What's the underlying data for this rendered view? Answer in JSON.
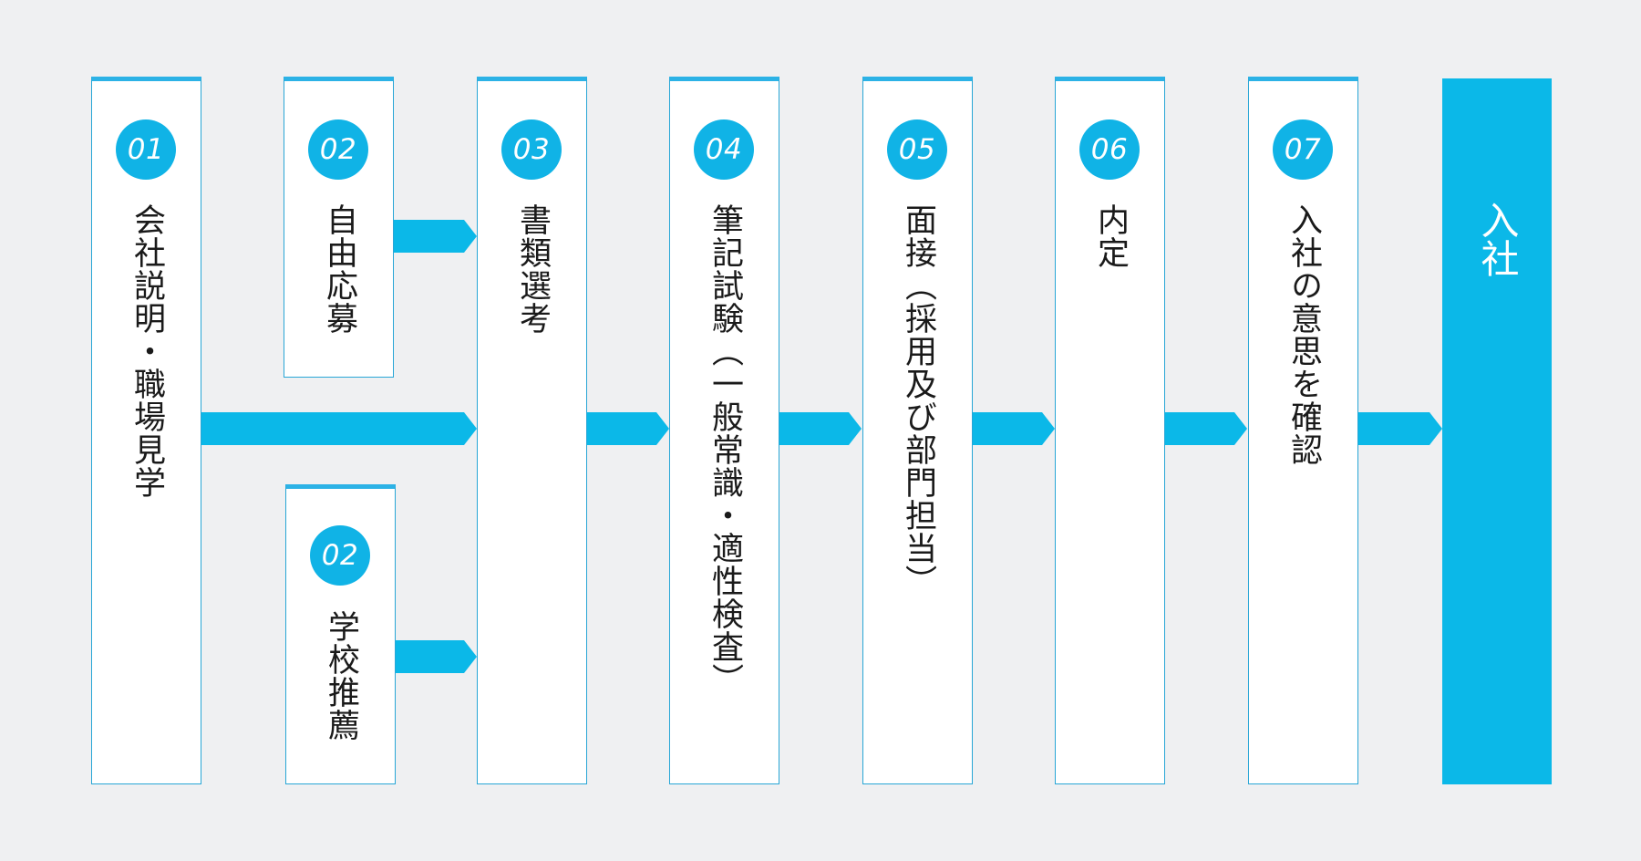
{
  "steps": [
    {
      "number": "01",
      "label": "会社説明・職場見学"
    },
    {
      "number": "02",
      "label": "自由応募"
    },
    {
      "number": "02",
      "label": "学校推薦"
    },
    {
      "number": "03",
      "label": "書類選考"
    },
    {
      "number": "04",
      "label": "筆記試験︵一般常識・適性検査︶"
    },
    {
      "number": "05",
      "label": "面接︵採用及び部門担当︶"
    },
    {
      "number": "06",
      "label": "内定"
    },
    {
      "number": "07",
      "label": "入社の意思を確認"
    }
  ],
  "final_step": {
    "label": "入社"
  },
  "colors": {
    "background": "#eff0f2",
    "accent": "#0bb8e8",
    "card_border": "#28a6d6",
    "card_fill": "#ffffff",
    "text": "#1a1a1a"
  }
}
